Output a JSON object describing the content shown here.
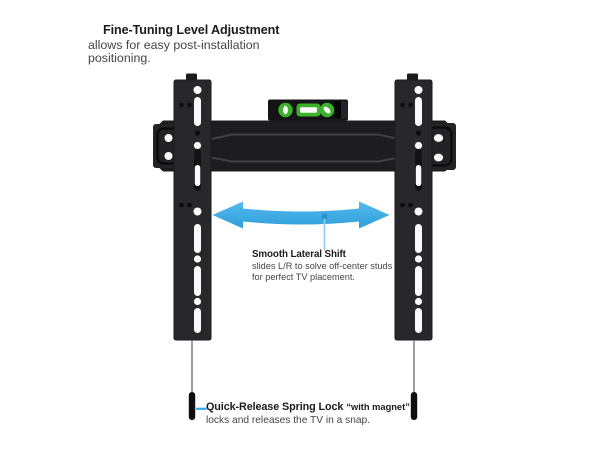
{
  "colors": {
    "background": "#ffffff",
    "accent_blue": "#3FA9E4",
    "leader_blue": "#2EAAE9",
    "stem_blue": "#8CCDF0",
    "level_green": "#3CB12C",
    "bracket_dark": "#1D1D20",
    "rail_dark": "#28282C",
    "hole_white": "#FAFAFA",
    "text_title": "#1B1B1D",
    "text_body": "#454547"
  },
  "callouts": {
    "fine_tuning": {
      "title": "Fine-Tuning Level Adjustment",
      "body": "allows for easy post-installation positioning."
    },
    "lateral_shift": {
      "title": "Smooth Lateral Shift",
      "body": "slides L/R to solve off-center studs for perfect TV placement."
    },
    "spring_lock": {
      "title": "Quick-Release Spring Lock",
      "note": "“with magnet”",
      "body": "locks and releases the TV in a snap."
    }
  },
  "graphics": {
    "wall_plate": "wall-plate",
    "left_rail": "left-vertical-bracket",
    "right_rail": "right-vertical-bracket",
    "bubble_level": "spirit-level-icon",
    "lateral_arrow": "double-arrow-icon",
    "left_pull": "pull-cord-left",
    "right_pull": "pull-cord-right"
  }
}
